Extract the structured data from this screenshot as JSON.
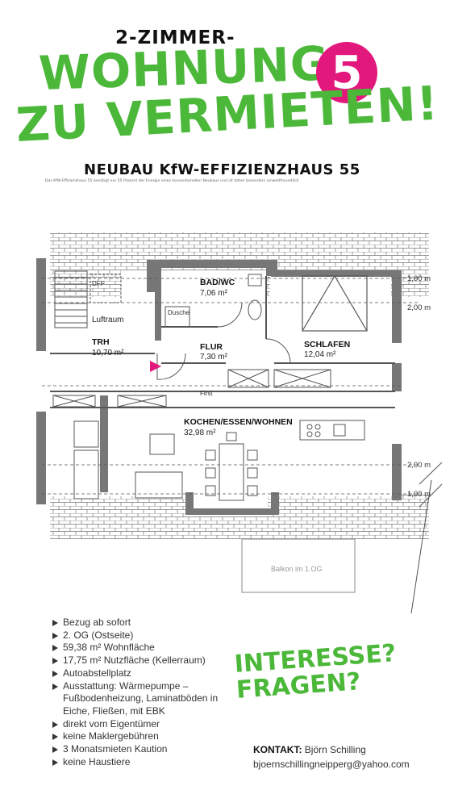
{
  "header": {
    "pre_title": "2-ZIMMER-",
    "line1": "WOHNUNG",
    "badge_number": "5",
    "line2": "ZU VERMIETEN!",
    "subtitle": "NEUBAU KfW-EFFIZIENZHAUS 55",
    "footnote": "Das KfW-Effizienzhaus 55 benötigt nur 55 Prozent der Energie eines konventionellen Neubaus und ist daher besonders umweltfreundlich."
  },
  "floorplan": {
    "rooms": [
      {
        "name": "BAD/WC",
        "area": "7,06 m²"
      },
      {
        "name": "TRH",
        "area": "10,70 m²"
      },
      {
        "name": "FLUR",
        "area": "7,30 m²"
      },
      {
        "name": "SCHLAFEN",
        "area": "12,04 m²"
      },
      {
        "name": "KOCHEN/ESSEN/WOHNEN",
        "area": "32,98 m²"
      }
    ],
    "labels": {
      "dff": "DFF",
      "luftraum": "Luftraum",
      "dusche": "Dusche",
      "first": "First",
      "balkon": "Balkon   im  1.OG"
    },
    "height_marks": [
      "1,00 m",
      "2,00 m",
      "2,00 m",
      "1,00 m"
    ],
    "colors": {
      "wall": "#555555",
      "accent": "#e3187d"
    }
  },
  "features": [
    "Bezug ab sofort",
    "2. OG (Ostseite)",
    "59,38 m² Wohnfläche",
    "17,75 m² Nutzfläche (Kellerraum)",
    "Autoabstellplatz",
    "Ausstattung: Wärmepumpe – Fußbodenheizung, Laminatböden in Eiche, Fließen, mit EBK",
    "direkt vom Eigentümer",
    "keine Maklergebühren",
    "3 Monatsmieten Kaution",
    "keine Haustiere"
  ],
  "cta": {
    "line1": "INTERESSE?",
    "line2": "FRAGEN?"
  },
  "contact": {
    "label": "KONTAKT:",
    "name": "Björn Schilling",
    "email": "bjoernschillingneipperg@yahoo.com"
  },
  "colors": {
    "green": "#4cb83a",
    "magenta": "#e3187d"
  }
}
